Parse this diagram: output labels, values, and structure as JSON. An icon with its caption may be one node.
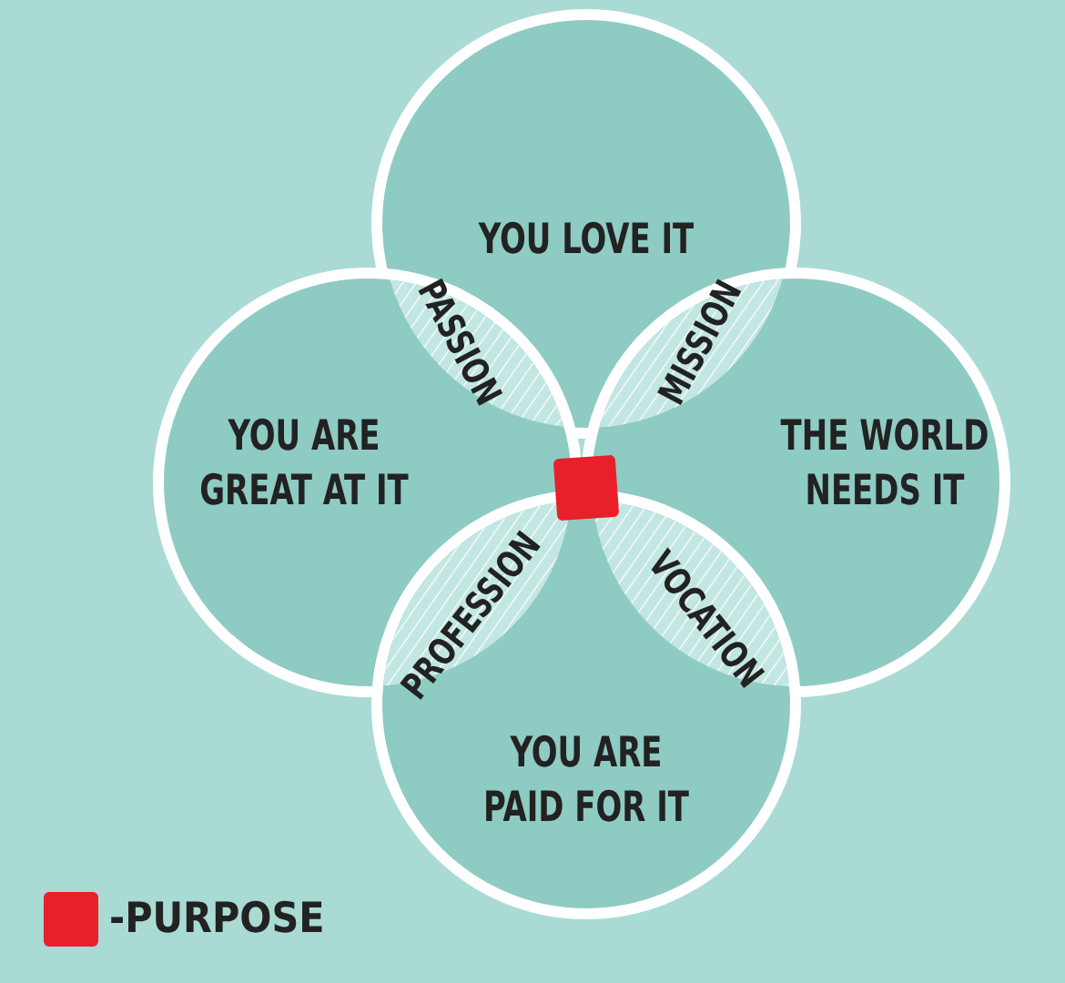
{
  "diagram": {
    "nodes": [
      {
        "text": [
          "YOU LOVE IT"
        ]
      },
      {
        "text": [
          "PASSION"
        ]
      },
      {
        "text": [
          "MISSION"
        ]
      },
      {
        "text": [
          "YOU ARE GREAT AT IT"
        ]
      },
      {
        "text": [
          "THE WORLD NEEDS IT"
        ]
      },
      {
        "text": [
          "PROFESSION"
        ]
      },
      {
        "text": [
          "VOCATION"
        ]
      },
      {
        "text": [
          "YOU ARE PAID FOR IT"
        ]
      }
    ],
    "legend": [
      {
        "text": "-PURPOSE",
        "color": "#e8202a"
      }
    ]
  }
}
